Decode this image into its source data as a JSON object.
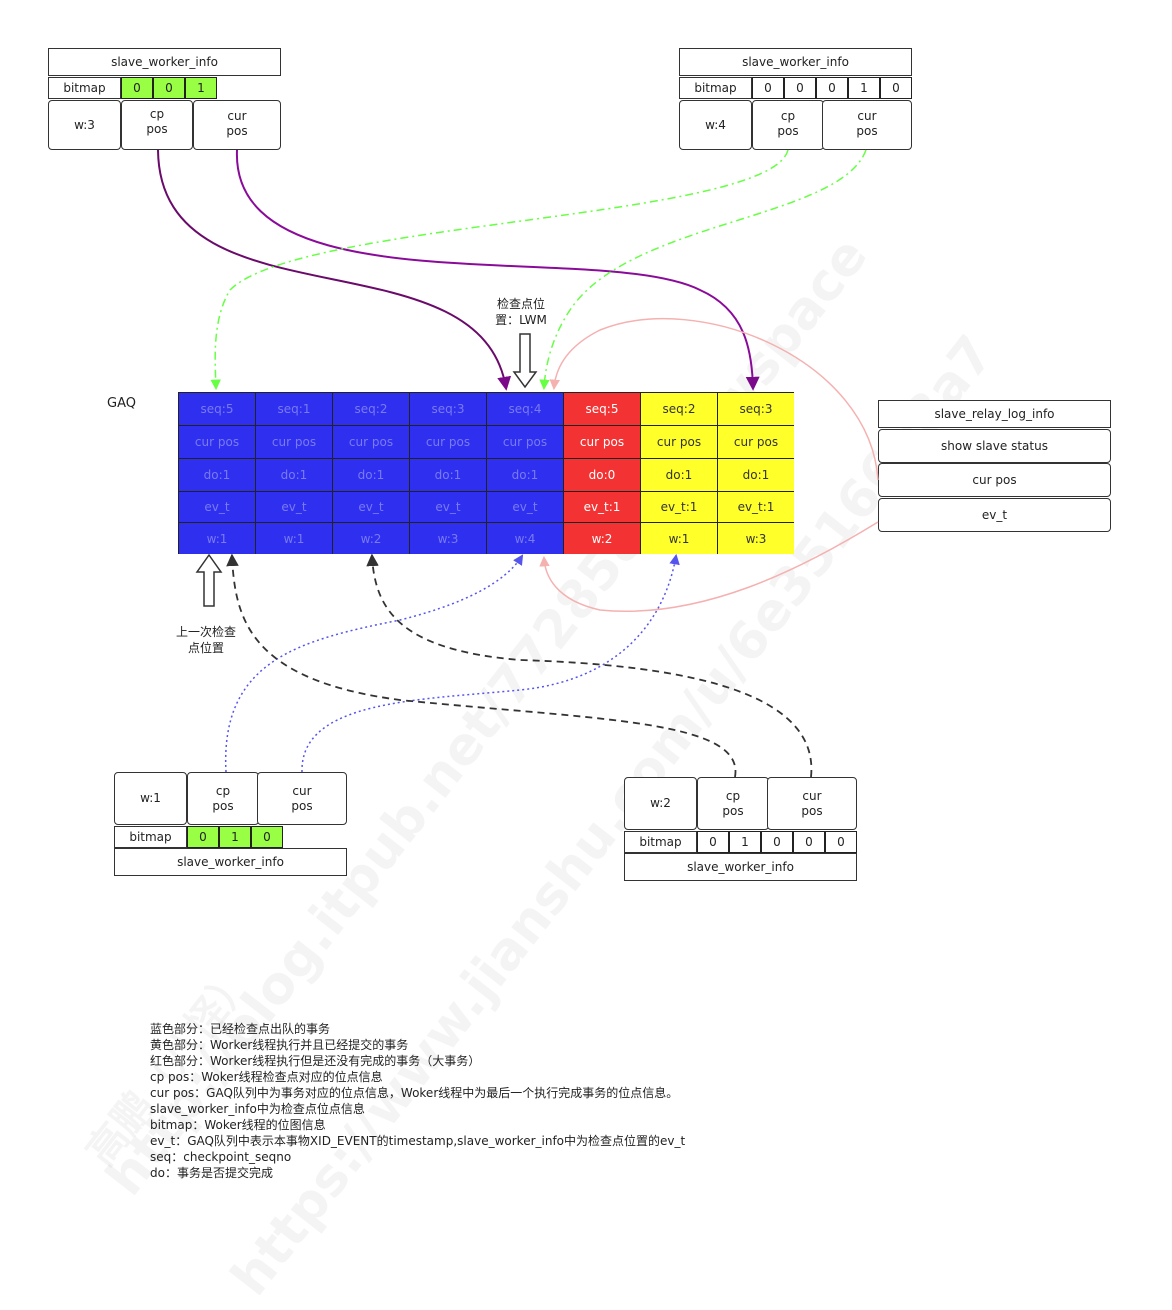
{
  "workers": {
    "w3": {
      "title": "slave_worker_info",
      "bitmap_label": "bitmap",
      "bits": [
        "0",
        "0",
        "1"
      ],
      "w": "w:3",
      "cp": "cp\npos",
      "cur": "cur\npos"
    },
    "w4": {
      "title": "slave_worker_info",
      "bitmap_label": "bitmap",
      "bits": [
        "0",
        "0",
        "0",
        "1",
        "0"
      ],
      "w": "w:4",
      "cp": "cp\npos",
      "cur": "cur\npos"
    },
    "w1": {
      "title": "slave_worker_info",
      "bitmap_label": "bitmap",
      "bits": [
        "0",
        "1",
        "0"
      ],
      "w": "w:1",
      "cp": "cp\npos",
      "cur": "cur\npos"
    },
    "w2": {
      "title": "slave_worker_info",
      "bitmap_label": "bitmap",
      "bits": [
        "0",
        "1",
        "0",
        "0",
        "0"
      ],
      "w": "w:2",
      "cp": "cp\npos",
      "cur": "cur\npos"
    }
  },
  "gaq": {
    "label": "GAQ",
    "columns": [
      {
        "status": "blue",
        "seq": "seq:5",
        "cur": "cur pos",
        "do": "do:1",
        "ev": "ev_t",
        "w": "w:1"
      },
      {
        "status": "blue",
        "seq": "seq:1",
        "cur": "cur pos",
        "do": "do:1",
        "ev": "ev_t",
        "w": "w:1"
      },
      {
        "status": "blue",
        "seq": "seq:2",
        "cur": "cur pos",
        "do": "do:1",
        "ev": "ev_t",
        "w": "w:2"
      },
      {
        "status": "blue",
        "seq": "seq:3",
        "cur": "cur pos",
        "do": "do:1",
        "ev": "ev_t",
        "w": "w:3"
      },
      {
        "status": "blue",
        "seq": "seq:4",
        "cur": "cur pos",
        "do": "do:1",
        "ev": "ev_t",
        "w": "w:4"
      },
      {
        "status": "red",
        "seq": "seq:5",
        "cur": "cur pos",
        "do": "do:0",
        "ev": "ev_t:1",
        "w": "w:2"
      },
      {
        "status": "yellow",
        "seq": "seq:2",
        "cur": "cur pos",
        "do": "do:1",
        "ev": "ev_t:1",
        "w": "w:1"
      },
      {
        "status": "yellow",
        "seq": "seq:3",
        "cur": "cur pos",
        "do": "do:1",
        "ev": "ev_t:1",
        "w": "w:3"
      }
    ]
  },
  "lwm_label": "检查点位\n置：LWM",
  "prev_label": "上一次检查\n点位置",
  "relay": {
    "title": "slave_relay_log_info",
    "status": "show slave status",
    "cur": "cur pos",
    "ev": "ev_t"
  },
  "legend": [
    "蓝色部分：已经检查点出队的事务",
    "黄色部分：Worker线程执行并且已经提交的事务",
    "红色部分：Worker线程执行但是还没有完成的事务（大事务）",
    "cp pos：Woker线程检查点对应的位点信息",
    "cur pos：GAQ队列中为事务对应的位点信息，Woker线程中为最后一个执行完成事务的位点信息。",
    "slave_worker_info中为检查点位点信息",
    "bitmap：Woker线程的位图信息",
    "ev_t：GAQ队列中表示本事物XID_EVENT的timestamp,slave_worker_info中为检查点位置的ev_t",
    "seq：checkpoint_seqno",
    "do：事务是否提交完成"
  ],
  "watermark": [
    "http://blog.itpub.net/7728585/viewspace",
    "https://www.jianshu.com/u/6e35166b8a7",
    "高鹏（八怪）"
  ],
  "colors": {
    "blue": "#2f2ff0",
    "red": "#f33333",
    "yellow": "#ffff2a",
    "green": "#99ff44",
    "purple": "#7a0a8a",
    "lime": "#66ff44",
    "dot": "#5555ee",
    "pink": "#f5b0b0"
  }
}
